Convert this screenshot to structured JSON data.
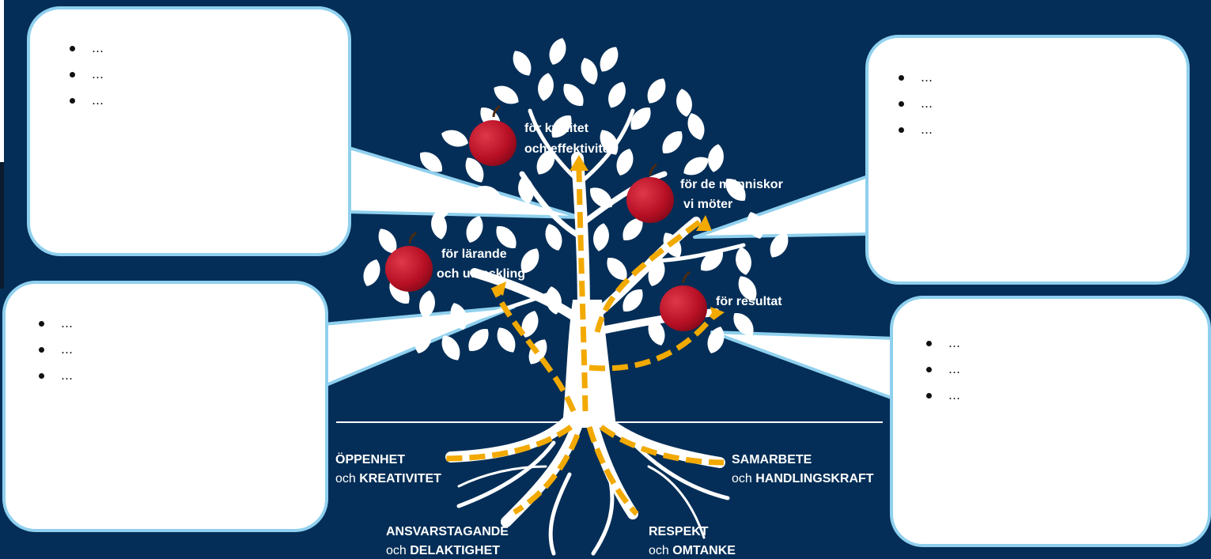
{
  "tree": {
    "fruits": [
      {
        "line1": "för kvalitet",
        "line2": "och effektivitet"
      },
      {
        "line1": "för de människor",
        "line2": "vi möter"
      },
      {
        "line1": "för lärande",
        "line2": "och utveckling"
      },
      {
        "line1": "för resultat",
        "line2": ""
      }
    ],
    "roots": [
      {
        "small": "",
        "bold1": "ÖPPENHET",
        "connector": "och",
        "bold2": "KREATIVITET"
      },
      {
        "small": "",
        "bold1": "SAMARBETE",
        "connector": "och",
        "bold2": "HANDLINGSKRAFT"
      },
      {
        "small": "",
        "bold1": "ANSVARSTAGANDE",
        "connector": "och",
        "bold2": "DELAKTIGHET"
      },
      {
        "small": "",
        "bold1": "RESPEKT",
        "connector": "och",
        "bold2": "OMTANKE"
      }
    ]
  },
  "callouts": [
    {
      "name": "top-left",
      "items": [
        "…",
        "…",
        "…"
      ]
    },
    {
      "name": "top-right",
      "items": [
        "…",
        "…",
        "…"
      ]
    },
    {
      "name": "bottom-left",
      "items": [
        "…",
        "…",
        "…"
      ]
    },
    {
      "name": "bottom-right",
      "items": [
        "…",
        "…",
        "…"
      ]
    }
  ],
  "colors": {
    "background": "#042e57",
    "callout_border": "#8fd0ee",
    "dash_path": "#f2a900",
    "apple": "#c8102e",
    "tree": "#ffffff"
  },
  "icons": [
    "apple-icon",
    "leaf-icon"
  ]
}
